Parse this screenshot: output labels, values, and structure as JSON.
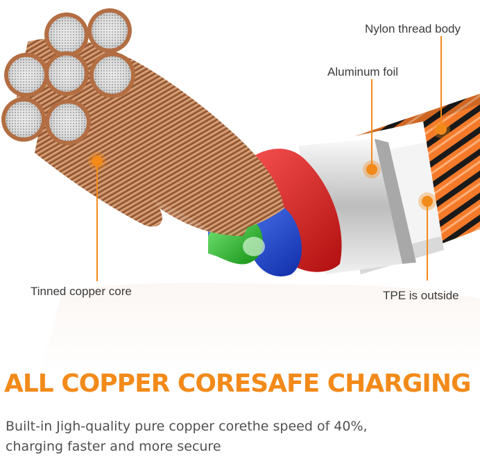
{
  "labels": {
    "nylon": "Nylon thread body",
    "aluminum": "Aluminum foil",
    "copper": "Tinned copper core",
    "tpe": "TPE is outside"
  },
  "headline": "ALL COPPER CORESAFE CHARGING",
  "description": {
    "line1": "Built-in Jigh-quality pure copper corethe speed of 40%,",
    "line2": "charging faster and more secure"
  },
  "colors": {
    "accent": "#f28a1a",
    "copper": "#c9895e",
    "wire_red": "#e41c1c",
    "wire_blue": "#1e4fd8",
    "wire_green": "#2ec02e",
    "foil": "#c8c8c8",
    "nylon_orange": "#f47a2a"
  }
}
